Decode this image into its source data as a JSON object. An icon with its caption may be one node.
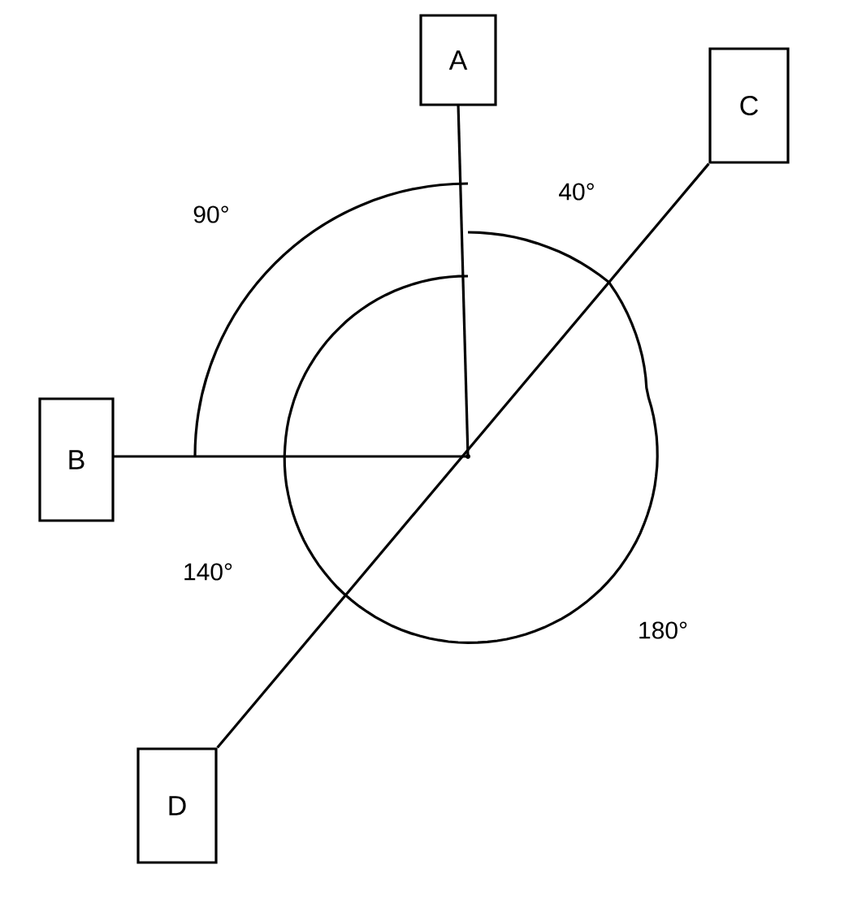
{
  "diagram": {
    "nodes": [
      {
        "text": [
          "A"
        ]
      },
      {
        "text": [
          "B"
        ]
      },
      {
        "text": [
          "C"
        ]
      },
      {
        "text": [
          "D"
        ]
      },
      {
        "text": [],
        "shape": "point"
      }
    ],
    "edges": [
      {
        "from": 0,
        "to": 4,
        "arrow": "none"
      },
      {
        "from": 1,
        "to": 4,
        "arrow": "none"
      },
      {
        "from": 2,
        "to": 3,
        "arrow": "none"
      }
    ],
    "labels": [
      "90°",
      "40°",
      "140°",
      "180°"
    ]
  }
}
